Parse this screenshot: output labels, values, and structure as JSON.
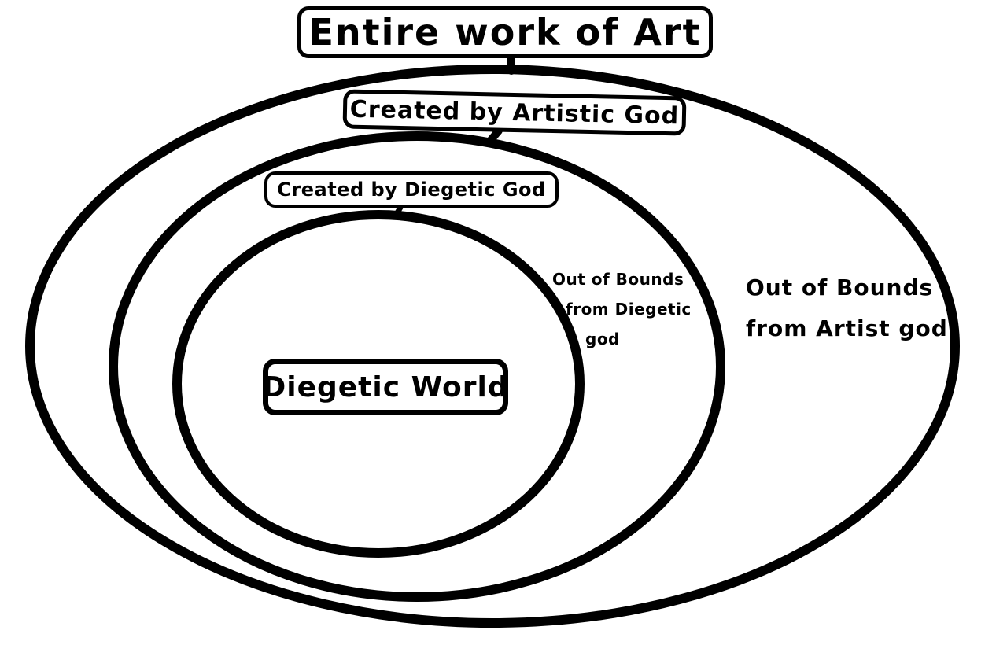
{
  "diagram": {
    "title": "Entire work of Art",
    "outer_label": "Created by Artistic God",
    "middle_label": "Created by Diegetic God",
    "inner_label": "Diegetic World",
    "out_of_bounds_diegetic": {
      "line1": "Out of Bounds",
      "line2": "from Diegetic",
      "line3": "god"
    },
    "out_of_bounds_artist": {
      "line1": "Out of Bounds",
      "line2": "from Artist god"
    }
  },
  "colors": {
    "stroke": "#000000",
    "background": "#ffffff"
  }
}
